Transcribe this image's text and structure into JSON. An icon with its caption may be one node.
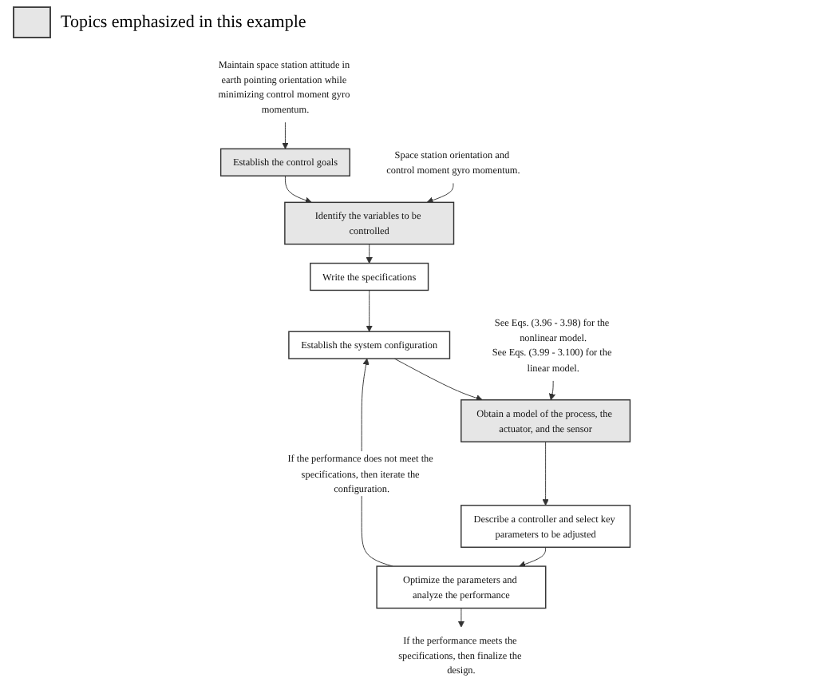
{
  "diagram": {
    "nodes": [
      {
        "text": [
          "Establish the control goals"
        ]
      },
      {
        "text": [
          "Identify the variables to be controlled"
        ]
      },
      {
        "text": [
          "Write the specifications"
        ]
      },
      {
        "text": [
          "Establish the system configuration"
        ]
      },
      {
        "text": [
          "Obtain a model of the process, the actuator, and the sensor"
        ]
      },
      {
        "text": [
          "Describe a controller and select key parameters to be adjusted"
        ]
      },
      {
        "text": [
          "Optimize the parameters and analyze the performance"
        ]
      },
      {
        "text": [
          "Maintain space station attitude in earth pointing orientation while minimizing control moment gyro momentum."
        ]
      },
      {
        "text": [
          "Space station orientation and control moment gyro momentum."
        ]
      },
      {
        "text": [
          "See Eqs. (3.96 - 3.98) for the nonlinear model.",
          "See Eqs. (3.99 - 3.100) for the linear model."
        ]
      },
      {
        "text": [
          "If the performance meets the specifications, then finalize the design."
        ]
      }
    ],
    "edges": [
      {
        "from": 0,
        "to": 1,
        "arrow": "to"
      },
      {
        "from": 1,
        "to": 2,
        "arrow": "to"
      },
      {
        "from": 2,
        "to": 3,
        "arrow": "to"
      },
      {
        "from": 3,
        "to": 4,
        "arrow": "to"
      },
      {
        "from": 4,
        "to": 5,
        "arrow": "to"
      },
      {
        "from": 5,
        "to": 6,
        "arrow": "to"
      },
      {
        "from": 6,
        "to": 3,
        "arrow": "to",
        "label": "If the performance does not meet the specifications, then iterate the configuration."
      },
      {
        "from": 6,
        "to": 10,
        "arrow": "to"
      },
      {
        "from": 7,
        "to": 0,
        "arrow": "to"
      },
      {
        "from": 8,
        "to": 1,
        "arrow": "to"
      },
      {
        "from": 9,
        "to": 4,
        "arrow": "to"
      }
    ],
    "legend": [
      {
        "text": "Topics emphasized in this example",
        "color": "#e6e6e6"
      }
    ]
  }
}
